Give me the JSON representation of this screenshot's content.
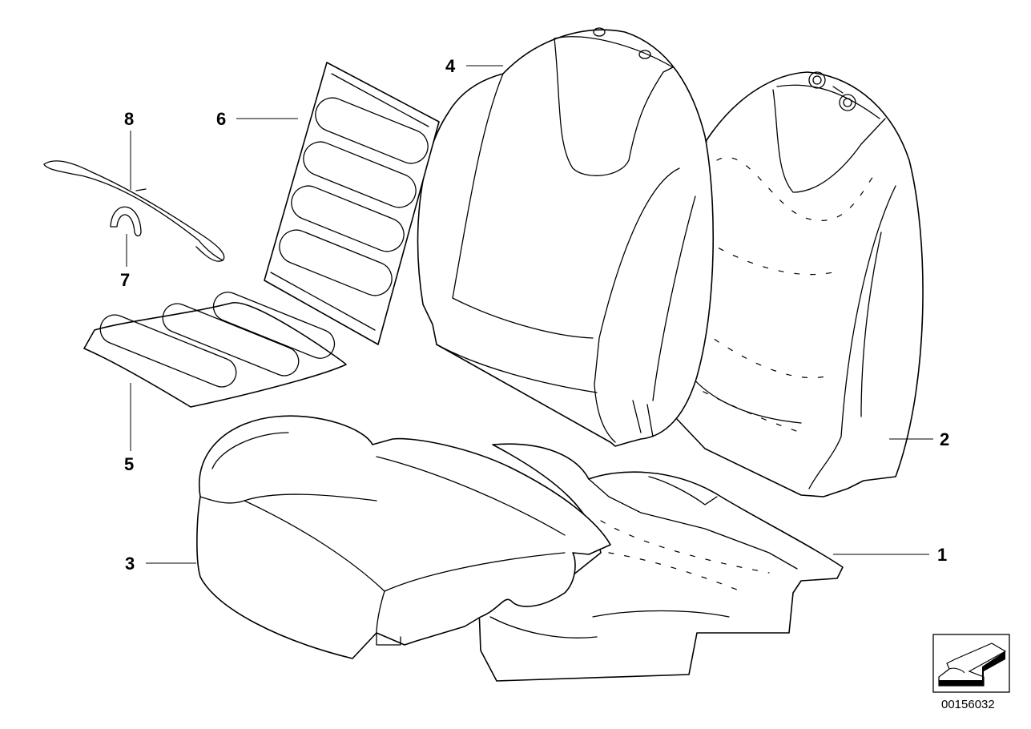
{
  "diagram": {
    "callouts": [
      {
        "id": "1",
        "label": "1"
      },
      {
        "id": "2",
        "label": "2"
      },
      {
        "id": "3",
        "label": "3"
      },
      {
        "id": "4",
        "label": "4"
      },
      {
        "id": "5",
        "label": "5"
      },
      {
        "id": "6",
        "label": "6"
      },
      {
        "id": "7",
        "label": "7"
      },
      {
        "id": "8",
        "label": "8"
      }
    ],
    "reference_number": "00156032",
    "orientation_icon": "direction-arrow-icon"
  }
}
